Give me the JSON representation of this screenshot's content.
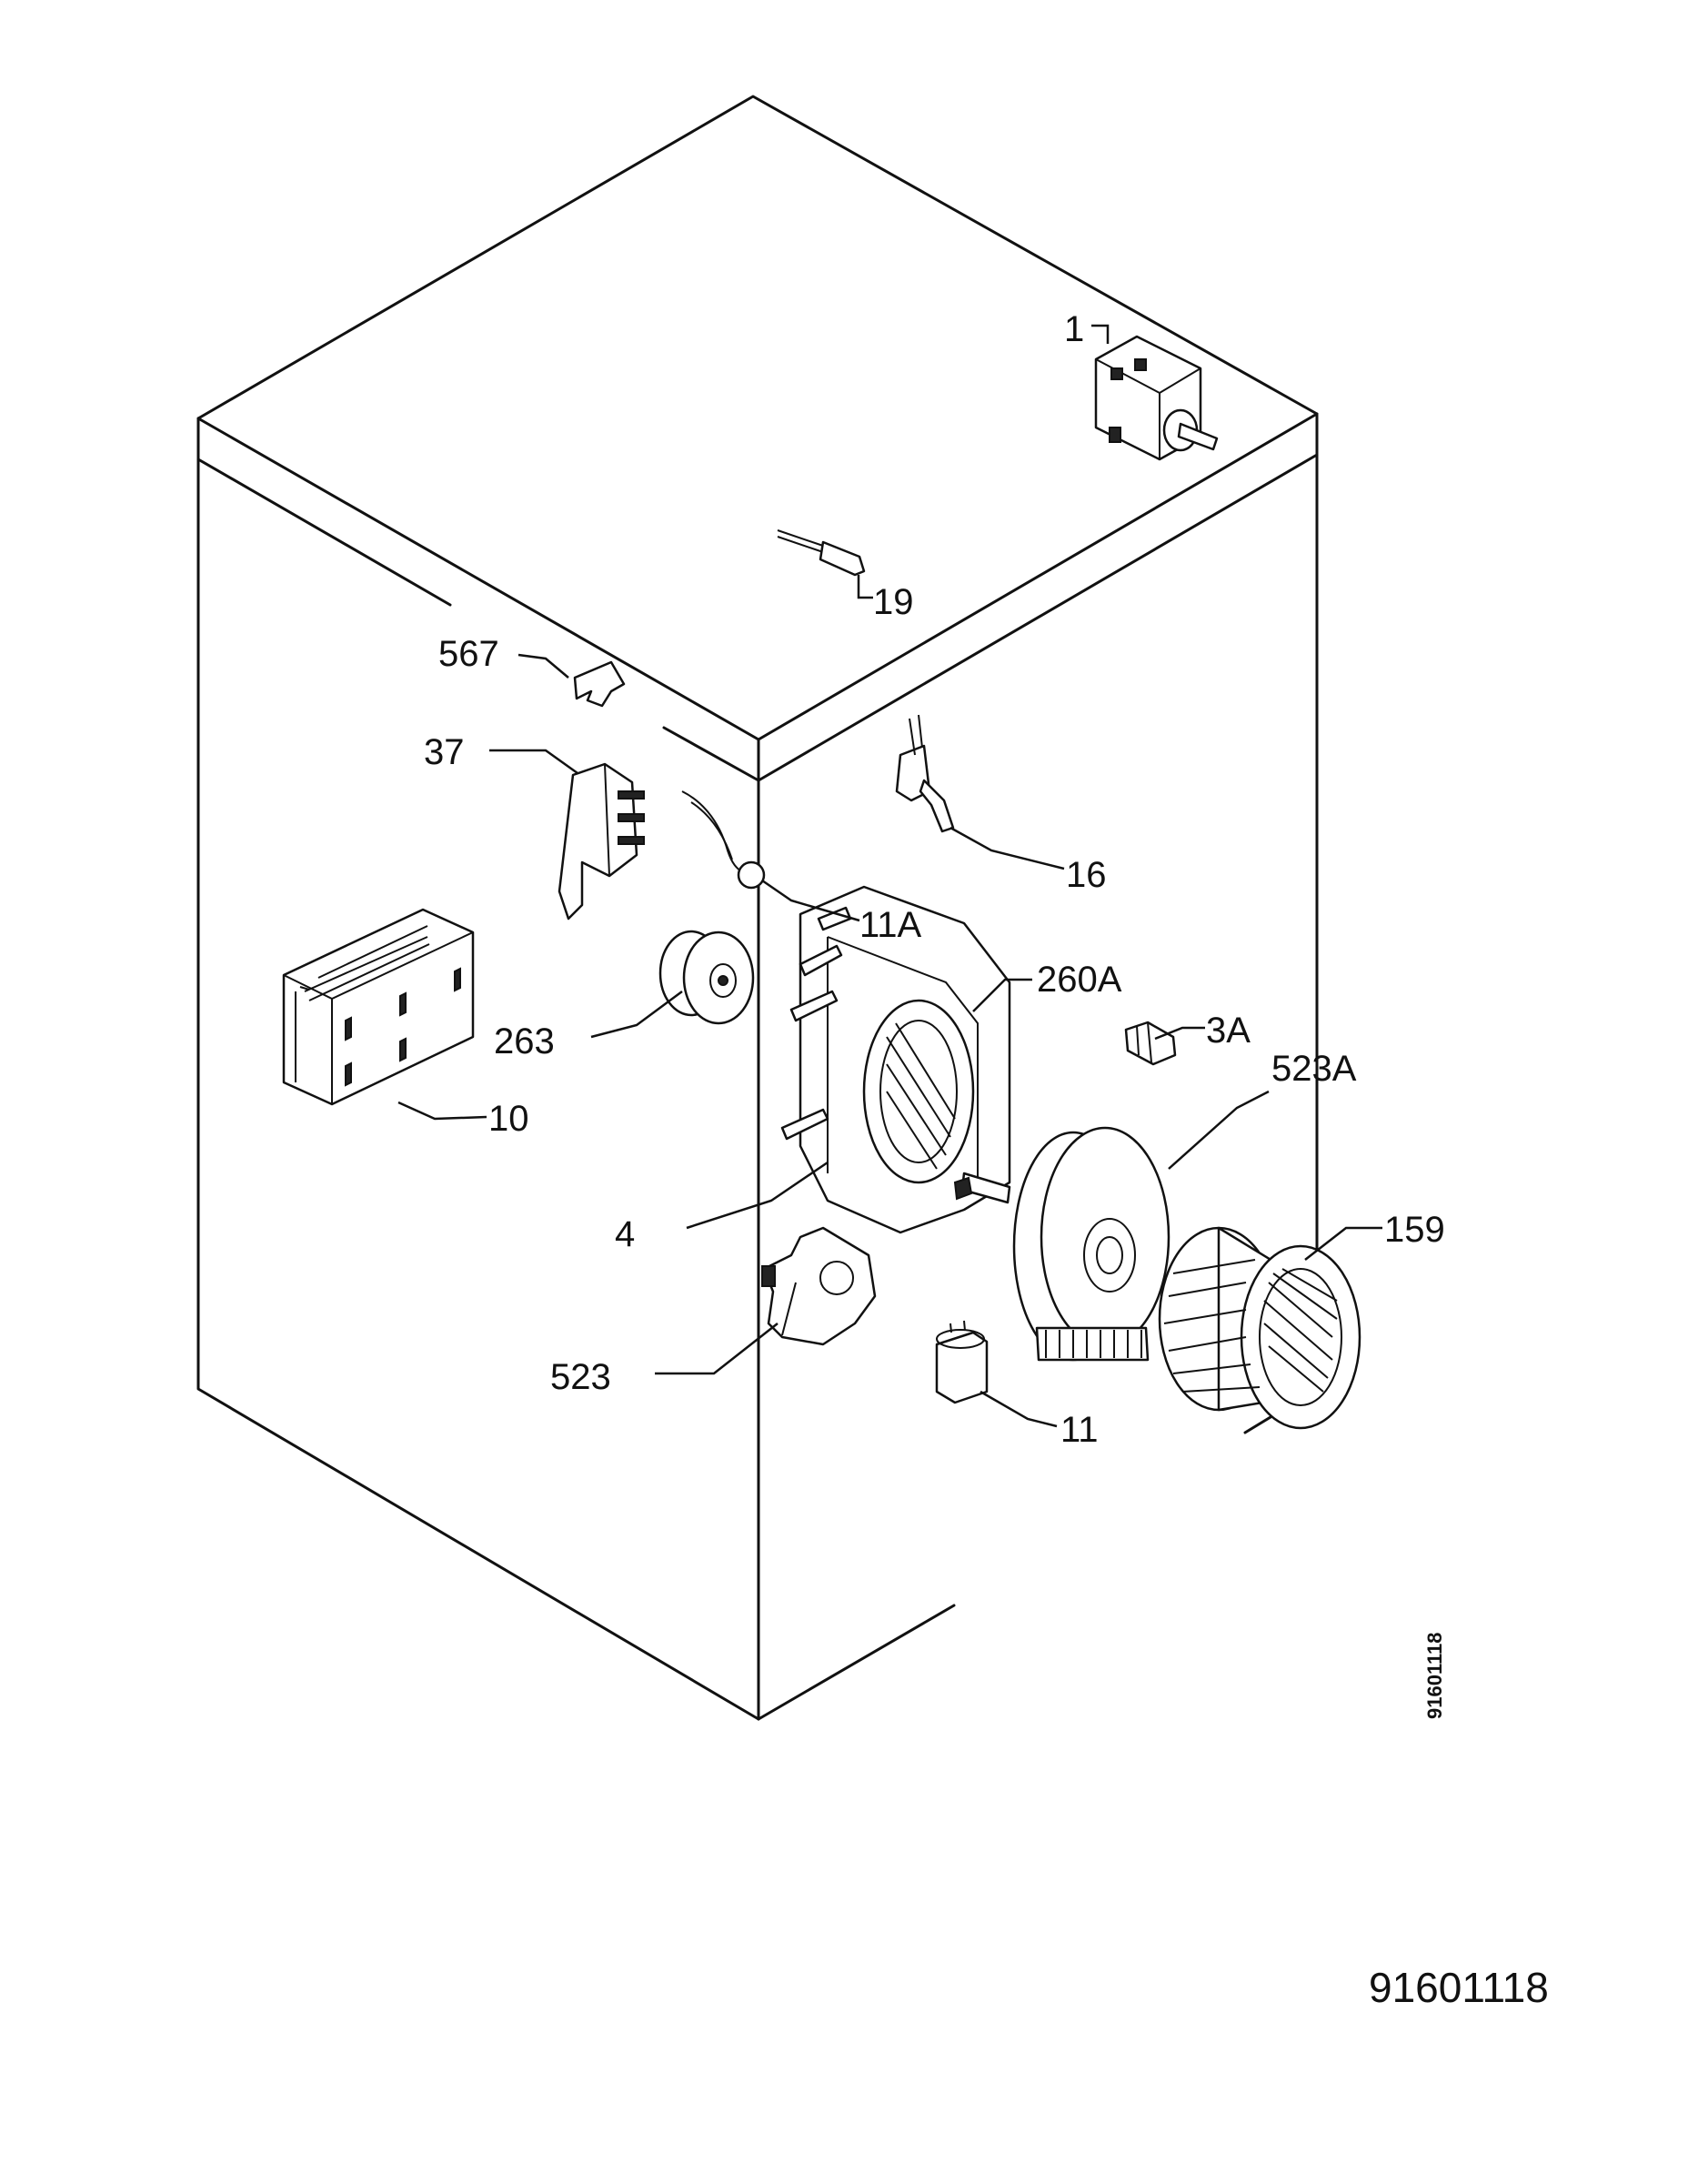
{
  "labels": {
    "p1": "1",
    "p19": "19",
    "p567": "567",
    "p37": "37",
    "p16": "16",
    "p11A": "11A",
    "p260A": "260A",
    "p263": "263",
    "p3A": "3A",
    "p523A": "523A",
    "p10": "10",
    "p4": "4",
    "p159": "159",
    "p523": "523",
    "p11": "11"
  },
  "vertical_code": "91601118",
  "document_number": "91601118"
}
